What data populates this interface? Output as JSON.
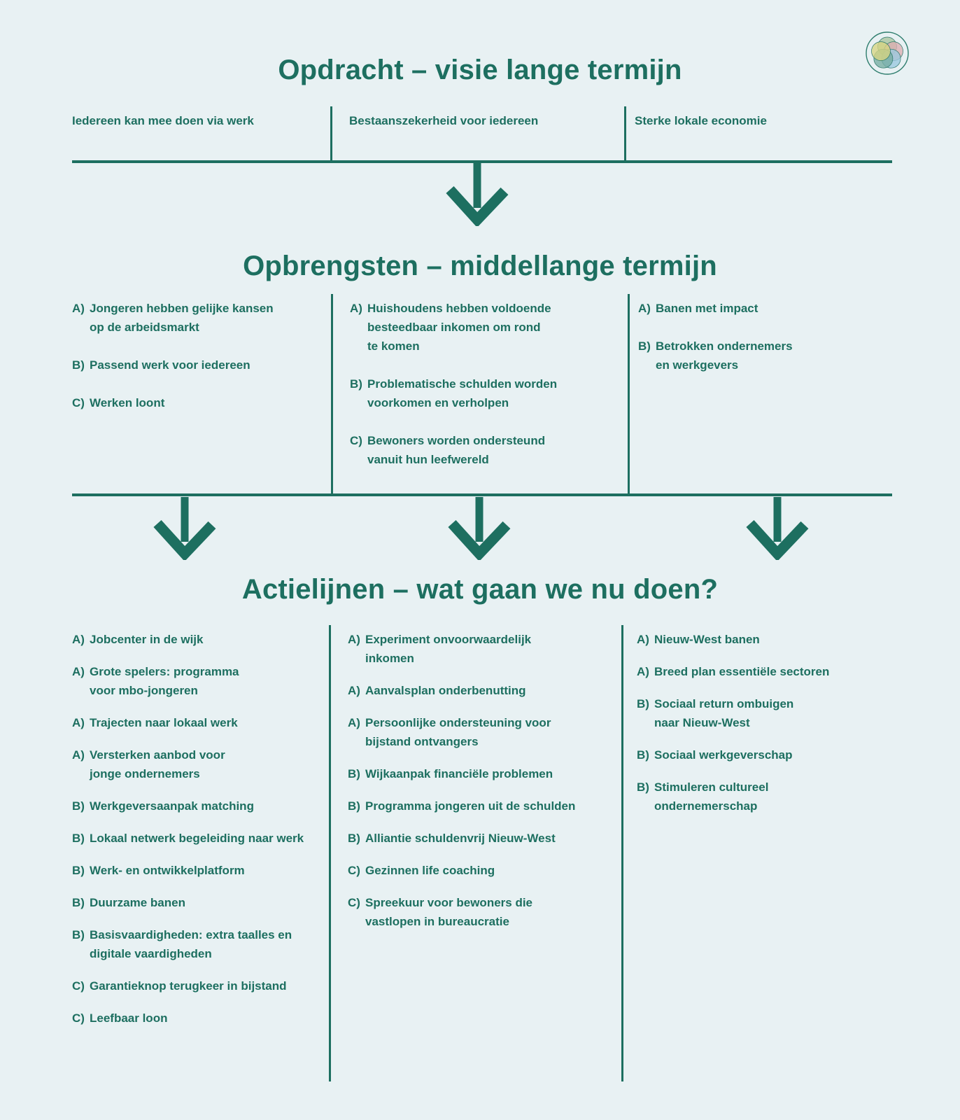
{
  "colors": {
    "background": "#e8f1f3",
    "accent": "#1d6f60",
    "logo_outline": "#2f7e6e",
    "logo_petals": [
      "#b8cfa6",
      "#f2b9bb",
      "#a9d5ea",
      "#82b7ab",
      "#ede289"
    ]
  },
  "logo": {
    "name": "flower-petal-logo"
  },
  "sections": {
    "opdracht": {
      "title": "Opdracht – visie lange termijn",
      "columns": [
        {
          "items": [
            {
              "t": "Iedereen kan mee doen via werk"
            }
          ]
        },
        {
          "items": [
            {
              "t": "Bestaanszekerheid voor iedereen"
            }
          ]
        },
        {
          "items": [
            {
              "t": "Sterke lokale economie"
            }
          ]
        }
      ]
    },
    "opbrengsten": {
      "title": "Opbrengsten – middellange termijn",
      "columns": [
        {
          "items": [
            {
              "m": "A)",
              "t": "Jongeren hebben gelijke kansen\nop de arbeidsmarkt"
            },
            {
              "m": "B)",
              "t": "Passend werk voor iedereen"
            },
            {
              "m": "C)",
              "t": "Werken loont"
            }
          ]
        },
        {
          "items": [
            {
              "m": "A)",
              "t": "Huishoudens hebben voldoende\nbesteedbaar inkomen om rond\nte komen"
            },
            {
              "m": "B)",
              "t": "Problematische schulden worden\nvoorkomen en verholpen"
            },
            {
              "m": "C)",
              "t": "Bewoners worden ondersteund\nvanuit hun leefwereld"
            }
          ]
        },
        {
          "items": [
            {
              "m": "A)",
              "t": "Banen met impact"
            },
            {
              "m": "B)",
              "t": "Betrokken ondernemers\nen werkgevers"
            }
          ]
        }
      ]
    },
    "actielijnen": {
      "title": "Actielijnen – wat gaan we nu doen?",
      "columns": [
        {
          "items": [
            {
              "m": "A)",
              "t": "Jobcenter in de wijk"
            },
            {
              "m": "A)",
              "t": "Grote spelers: programma\nvoor mbo-jongeren"
            },
            {
              "m": "A)",
              "t": "Trajecten naar lokaal werk"
            },
            {
              "m": "A)",
              "t": "Versterken aanbod voor\njonge ondernemers"
            },
            {
              "m": "B)",
              "t": "Werkgeversaanpak matching"
            },
            {
              "m": "B)",
              "t": "Lokaal netwerk begeleiding naar werk"
            },
            {
              "m": "B)",
              "t": "Werk- en ontwikkelplatform"
            },
            {
              "m": "B)",
              "t": "Duurzame banen"
            },
            {
              "m": "B)",
              "t": "Basisvaardigheden: extra taalles en\ndigitale vaardigheden"
            },
            {
              "m": "C)",
              "t": "Garantieknop terugkeer in bijstand"
            },
            {
              "m": "C)",
              "t": "Leefbaar loon"
            }
          ]
        },
        {
          "items": [
            {
              "m": "A)",
              "t": "Experiment onvoorwaardelijk\ninkomen"
            },
            {
              "m": "A)",
              "t": "Aanvalsplan onderbenutting"
            },
            {
              "m": "A)",
              "t": "Persoonlijke ondersteuning voor\nbijstand ontvangers"
            },
            {
              "m": "B)",
              "t": "Wijkaanpak financiële problemen"
            },
            {
              "m": "B)",
              "t": "Programma jongeren uit de schulden"
            },
            {
              "m": "B)",
              "t": "Alliantie schuldenvrij Nieuw-West"
            },
            {
              "m": "C)",
              "t": "Gezinnen life coaching"
            },
            {
              "m": "C)",
              "t": "Spreekuur voor bewoners die\nvastlopen in bureaucratie"
            }
          ]
        },
        {
          "items": [
            {
              "m": "A)",
              "t": "Nieuw-West banen"
            },
            {
              "m": "A)",
              "t": "Breed plan essentiële sectoren"
            },
            {
              "m": "B)",
              "t": "Sociaal return ombuigen\nnaar Nieuw-West"
            },
            {
              "m": "B)",
              "t": "Sociaal werkgeverschap"
            },
            {
              "m": "B)",
              "t": "Stimuleren cultureel\nondernemerschap"
            }
          ]
        }
      ]
    }
  }
}
